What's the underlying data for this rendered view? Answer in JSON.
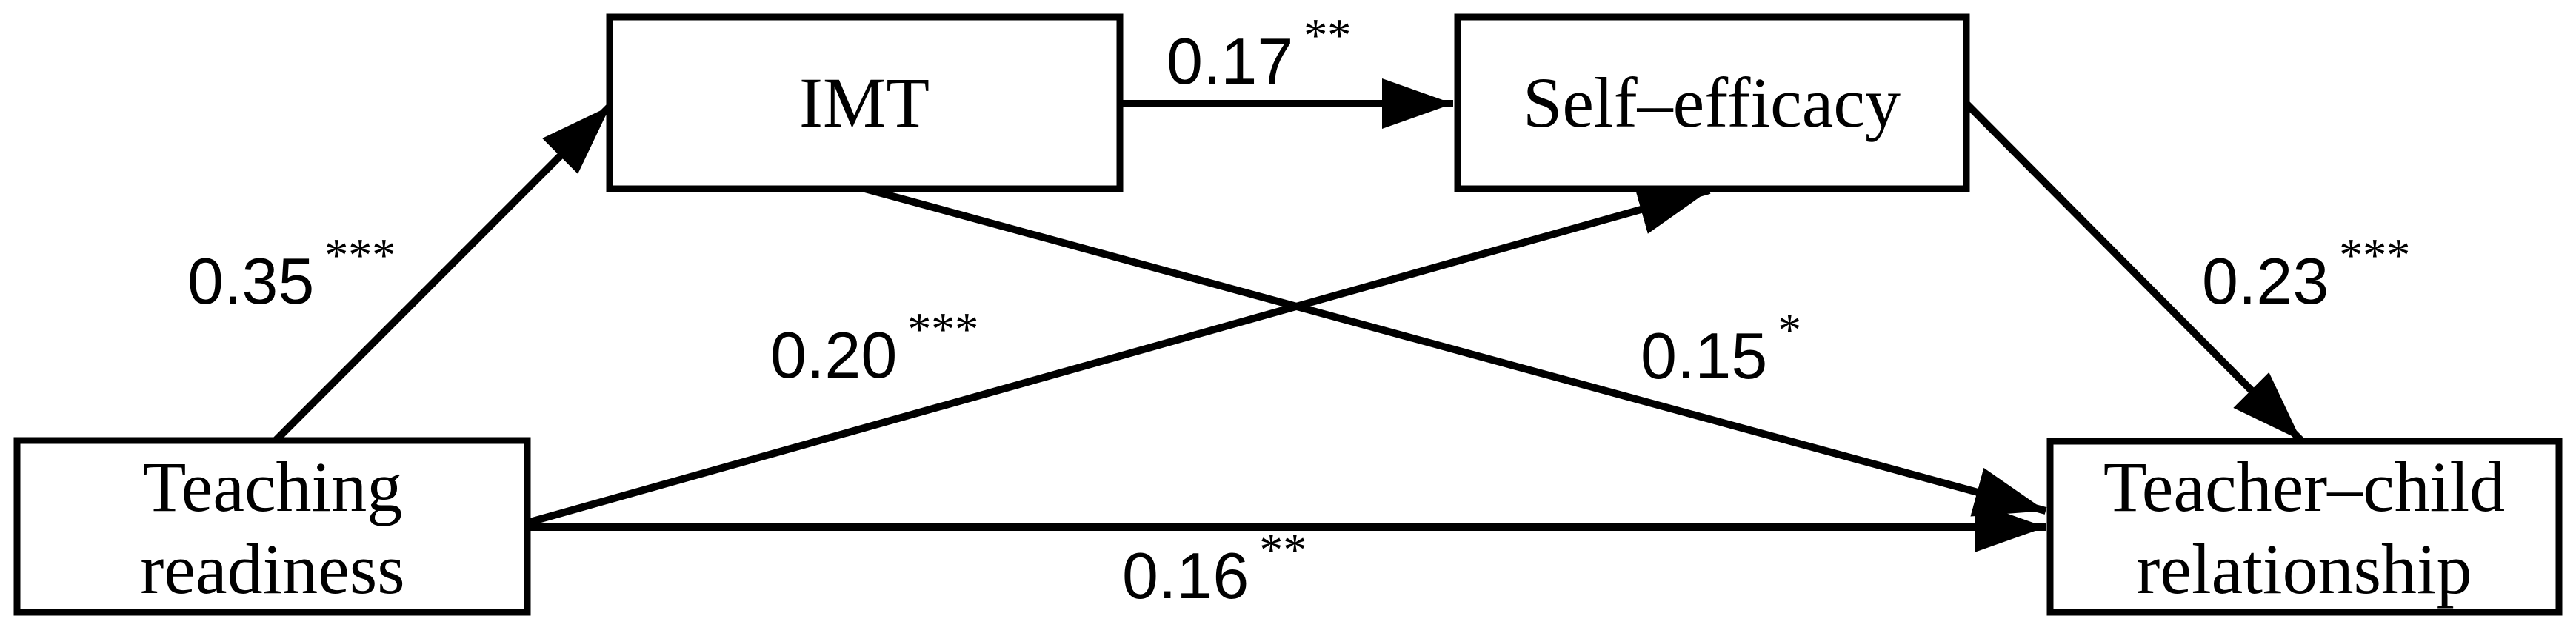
{
  "figure": {
    "type": "mediation-path-diagram",
    "background_color": "#ffffff",
    "line_color": "#000000"
  },
  "nodes": {
    "teaching_readiness": {
      "line1": "Teaching",
      "line2": "readiness"
    },
    "imt": {
      "label": "IMT"
    },
    "self_efficacy": {
      "label": "Self–efficacy"
    },
    "teacher_child": {
      "line1": "Teacher–child",
      "line2": "relationship"
    }
  },
  "paths": [
    {
      "from": "Teaching readiness",
      "to": "IMT",
      "coefficient": "0.35",
      "significance": "***"
    },
    {
      "from": "IMT",
      "to": "Self–efficacy",
      "coefficient": "0.17",
      "significance": "**"
    },
    {
      "from": "Teaching readiness",
      "to": "Self–efficacy",
      "coefficient": "0.20",
      "significance": "***"
    },
    {
      "from": "IMT",
      "to": "Teacher–child relationship",
      "coefficient": "0.15",
      "significance": "*"
    },
    {
      "from": "Self–efficacy",
      "to": "Teacher–child relationship",
      "coefficient": "0.23",
      "significance": "***"
    },
    {
      "from": "Teaching readiness",
      "to": "Teacher–child relationship",
      "coefficient": "0.16",
      "significance": "**"
    }
  ]
}
